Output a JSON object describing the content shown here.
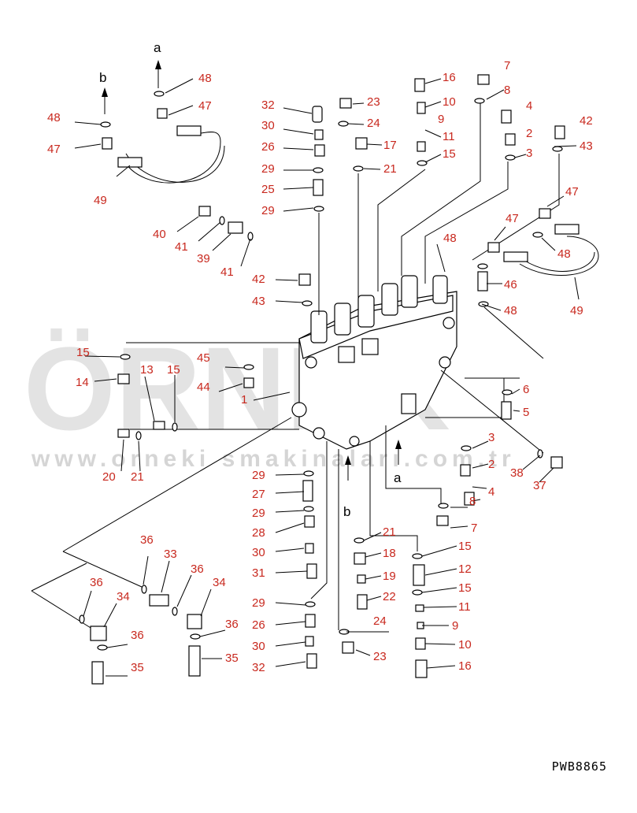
{
  "watermark": {
    "brand": "ÖRNEK",
    "url": "www.orneki smakinaları.com.tr"
  },
  "drawing_code": "PWB8865",
  "arrow_letters": [
    "a",
    "b",
    "a",
    "b"
  ],
  "callouts": [
    "48",
    "47",
    "49",
    "48",
    "47",
    "32",
    "30",
    "26",
    "29",
    "25",
    "29",
    "23",
    "24",
    "17",
    "21",
    "16",
    "10",
    "9",
    "11",
    "15",
    "7",
    "8",
    "4",
    "2",
    "3",
    "42",
    "43",
    "40",
    "41",
    "39",
    "41",
    "42",
    "43",
    "47",
    "47",
    "48",
    "46",
    "48",
    "49",
    "48",
    "15",
    "14",
    "13",
    "15",
    "45",
    "44",
    "1",
    "20",
    "21",
    "6",
    "5",
    "3",
    "2",
    "8",
    "4",
    "38",
    "37",
    "7",
    "29",
    "27",
    "29",
    "28",
    "30",
    "31",
    "21",
    "18",
    "19",
    "22",
    "15",
    "12",
    "15",
    "11",
    "9",
    "10",
    "16",
    "36",
    "33",
    "36",
    "34",
    "36",
    "34",
    "36",
    "35",
    "36",
    "35",
    "29",
    "26",
    "30",
    "32",
    "24",
    "23"
  ],
  "colors": {
    "callout": "#c8281e",
    "line": "#000000",
    "watermark": "#d5d5d5"
  }
}
